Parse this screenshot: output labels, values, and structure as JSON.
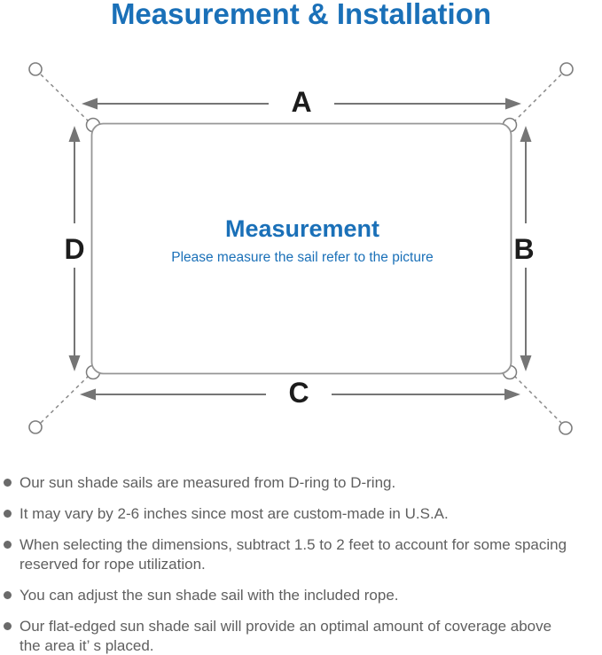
{
  "title": "Measurement & Installation",
  "colors": {
    "accent_blue": "#1a70b8",
    "outline_gray": "#969696",
    "arrow_gray": "#757575",
    "label_black": "#1c1c1c",
    "note_gray": "#5f5f5f"
  },
  "diagram": {
    "center_title": "Measurement",
    "center_subtitle": "Please measure the sail refer to the picture",
    "labels": {
      "top": "A",
      "right": "B",
      "bottom": "C",
      "left": "D"
    }
  },
  "notes": [
    {
      "lines": [
        "Our sun shade sails are measured from D-ring to D-ring."
      ]
    },
    {
      "lines": [
        "It may vary by 2-6 inches since most are custom-made in U.S.A."
      ]
    },
    {
      "lines": [
        "When selecting the dimensions, subtract 1.5 to 2 feet to account for some spacing",
        "reserved for rope utilization."
      ]
    },
    {
      "lines": [
        "You can adjust the sun shade sail with the included rope."
      ]
    },
    {
      "lines": [
        "Our flat-edged sun shade sail will provide an optimal amount of coverage above",
        "the area it’ s placed."
      ]
    }
  ]
}
